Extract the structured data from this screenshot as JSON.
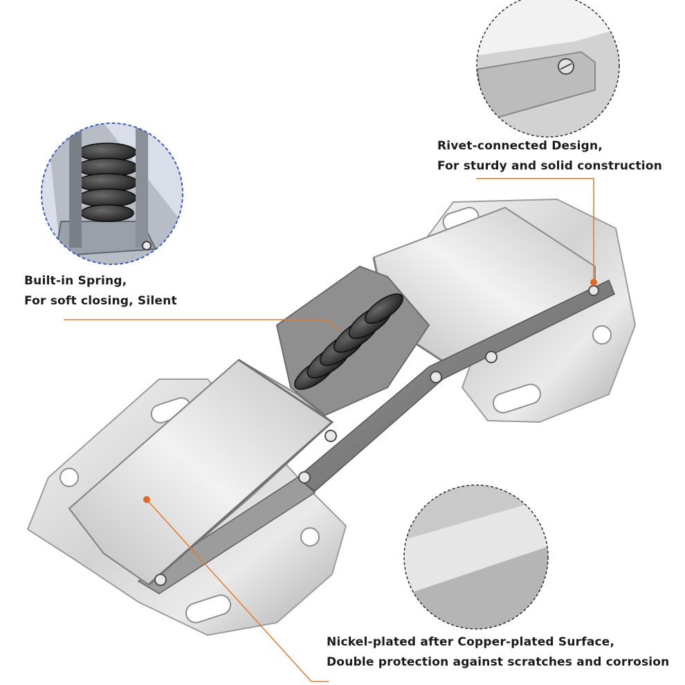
{
  "callouts": {
    "rivet": {
      "line1": "Rivet-connected Design,",
      "line2": "For sturdy and solid construction"
    },
    "spring": {
      "line1": "Built-in Spring,",
      "line2": "For soft closing, Silent"
    },
    "surface": {
      "line1": "Nickel-plated after Copper-plated Surface,",
      "line2": "Double protection against scratches and corrosion"
    }
  },
  "colors": {
    "leader_line": "#e07a2e",
    "marker_dot": "#e4672a",
    "spring_circle_border": "#3a5fc8",
    "detail_circle_border": "#2b2b2b",
    "text": "#1a1a1a"
  },
  "icons": {
    "product": "cabinet-hinge-illustration",
    "detail_spring": "spring-closeup",
    "detail_rivet": "rivet-closeup",
    "detail_surface": "surface-closeup"
  }
}
